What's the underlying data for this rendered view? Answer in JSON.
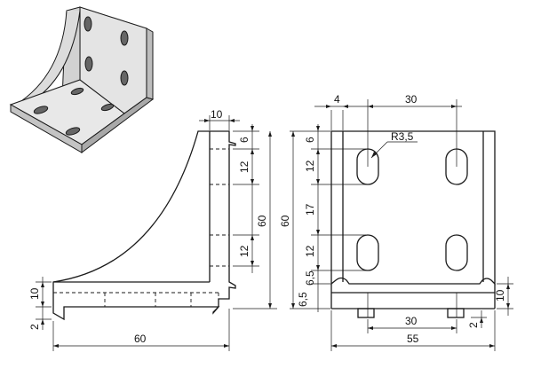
{
  "colors": {
    "line": "#1a1a1a",
    "iso_top": "#e4e4e4",
    "iso_side": "#c9c9c9",
    "iso_dark": "#a8a8a8"
  },
  "side_view": {
    "dim_top_flange": "10",
    "dim_slot_top": "6",
    "dim_slot_upper": "12",
    "dim_slot_lower": "12",
    "dim_height": "60",
    "dim_base_thickness": "10",
    "dim_lip": "2",
    "dim_width": "60"
  },
  "front_view": {
    "dim_edge_offset": "4",
    "dim_slot_spacing_top": "30",
    "dim_radius": "R3,5",
    "dim_slot_top": "6",
    "dim_slot_upper": "12",
    "dim_slot_gap": "17",
    "dim_slot_lower": "12",
    "dim_bottom_a": "6,5",
    "dim_bottom_b": "6,5",
    "dim_height": "60",
    "dim_base_thickness": "10",
    "dim_lip": "2",
    "dim_slot_spacing_bottom": "30",
    "dim_width": "55"
  }
}
